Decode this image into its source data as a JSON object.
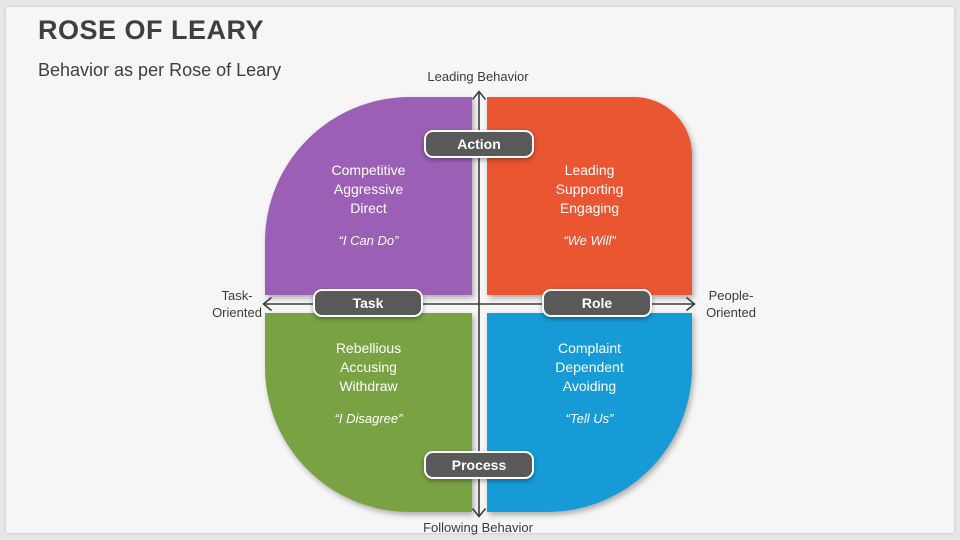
{
  "header": {
    "title": "ROSE OF LEARY",
    "subtitle": "Behavior as per Rose of Leary"
  },
  "axes": {
    "top_label": "Leading Behavior",
    "bottom_label": "Following Behavior",
    "left_label_line1": "Task-",
    "left_label_line2": "Oriented",
    "right_label_line1": "People-",
    "right_label_line2": "Oriented",
    "line_color": "#3d3d3d"
  },
  "pills": {
    "top": "Action",
    "left": "Task",
    "right": "Role",
    "bottom": "Process",
    "fill": "#595959"
  },
  "quadrants": {
    "top_left": {
      "color": "#9c5fb6",
      "lines": [
        "Competitive",
        "Aggressive",
        "Direct"
      ],
      "quote": "“I Can Do”"
    },
    "top_right": {
      "color": "#ea5532",
      "lines": [
        "Leading",
        "Supporting",
        "Engaging"
      ],
      "quote": "“We Will”"
    },
    "bottom_left": {
      "color": "#79a343",
      "lines": [
        "Rebellious",
        "Accusing",
        "Withdraw"
      ],
      "quote": "“I Disagree”"
    },
    "bottom_right": {
      "color": "#169bd7",
      "lines": [
        "Complaint",
        "Dependent",
        "Avoiding"
      ],
      "quote": "“Tell Us”"
    }
  }
}
